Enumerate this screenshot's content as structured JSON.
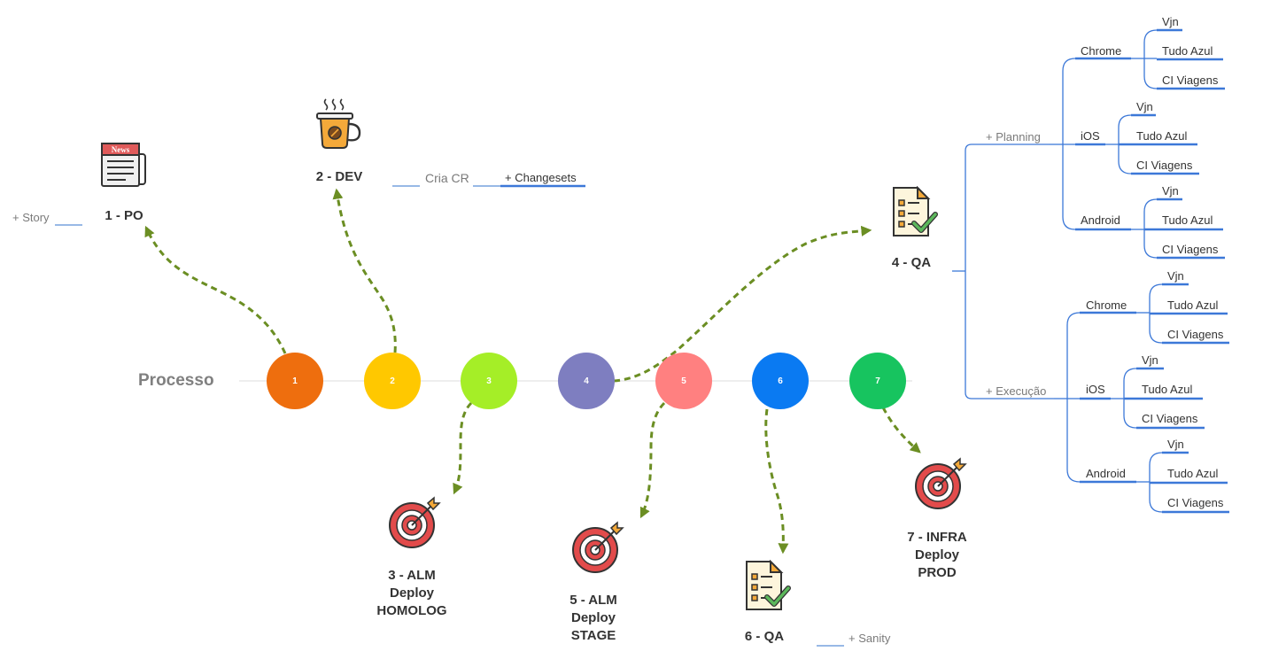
{
  "process_label": "Processo",
  "circles": [
    {
      "label": "1",
      "color": "#EE6E0E"
    },
    {
      "label": "2",
      "color": "#FFC800"
    },
    {
      "label": "3",
      "color": "#A5EE27"
    },
    {
      "label": "4",
      "color": "#7E7EC0"
    },
    {
      "label": "5",
      "color": "#FF8080"
    },
    {
      "label": "6",
      "color": "#0A7AF2"
    },
    {
      "label": "7",
      "color": "#17C45F"
    }
  ],
  "steps": {
    "po": {
      "title": "1 - PO",
      "story": "+ Story",
      "icon": "newspaper-icon"
    },
    "dev": {
      "title": "2 - DEV",
      "cria_cr": "Cria CR",
      "changesets": "+ Changesets",
      "icon": "coffee-cup-icon"
    },
    "alm3": {
      "title_lines": [
        "3 - ALM",
        "Deploy",
        "HOMOLOG"
      ],
      "icon": "target-icon"
    },
    "qa4": {
      "title": "4 - QA",
      "icon": "checklist-icon"
    },
    "alm5": {
      "title_lines": [
        "5 - ALM",
        "Deploy",
        "STAGE"
      ],
      "icon": "target-icon"
    },
    "qa6": {
      "title": "6 - QA",
      "sanity": "+ Sanity",
      "icon": "checklist-icon"
    },
    "infra7": {
      "title_lines": [
        "7 - INFRA",
        "Deploy",
        "PROD"
      ],
      "icon": "target-icon"
    }
  },
  "qa_tree": {
    "planning": {
      "label": "+ Planning",
      "groups": [
        {
          "name": "Chrome",
          "items": [
            "Vjn",
            "Tudo Azul",
            "CI Viagens"
          ]
        },
        {
          "name": "iOS",
          "items": [
            "Vjn",
            "Tudo Azul",
            "CI Viagens"
          ]
        },
        {
          "name": "Android",
          "items": [
            "Vjn",
            "Tudo Azul",
            "CI Viagens"
          ]
        }
      ]
    },
    "execucao": {
      "label": "+ Execução",
      "groups": [
        {
          "name": "Chrome",
          "items": [
            "Vjn",
            "Tudo Azul",
            "CI Viagens"
          ]
        },
        {
          "name": "iOS",
          "items": [
            "Vjn",
            "Tudo Azul",
            "CI Viagens"
          ]
        },
        {
          "name": "Android",
          "items": [
            "Vjn",
            "Tudo Azul",
            "CI Viagens"
          ]
        }
      ]
    }
  },
  "colors": {
    "arrow": "#6B8E23",
    "tree_line": "#3C78D8",
    "connector": "#5B8FD8"
  }
}
